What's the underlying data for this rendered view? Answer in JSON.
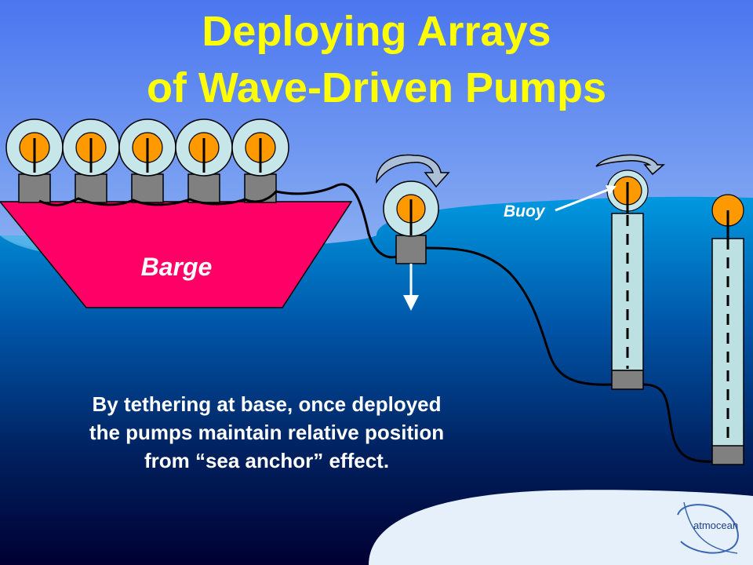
{
  "slide": {
    "title_line1": "Deploying Arrays",
    "title_line2": "of Wave-Driven Pumps",
    "barge_label": "Barge",
    "buoy_label": "Buoy",
    "caption_lines": [
      "By tethering at base, once deployed",
      "the pumps maintain relative position",
      "from “sea anchor” effect."
    ],
    "logo_text": "atmocean"
  },
  "colors": {
    "title": "#FFFF00",
    "barge": "#FF0066",
    "buoy": "#FF9900",
    "ring": "#C7E6EA",
    "pump_body": "#808080",
    "tube": "#BDE0E3",
    "sky_top": "#4A76F0",
    "sky_bottom": "#D9E9F8",
    "sea_top": "#0099E0",
    "sea_bottom": "#000033"
  }
}
